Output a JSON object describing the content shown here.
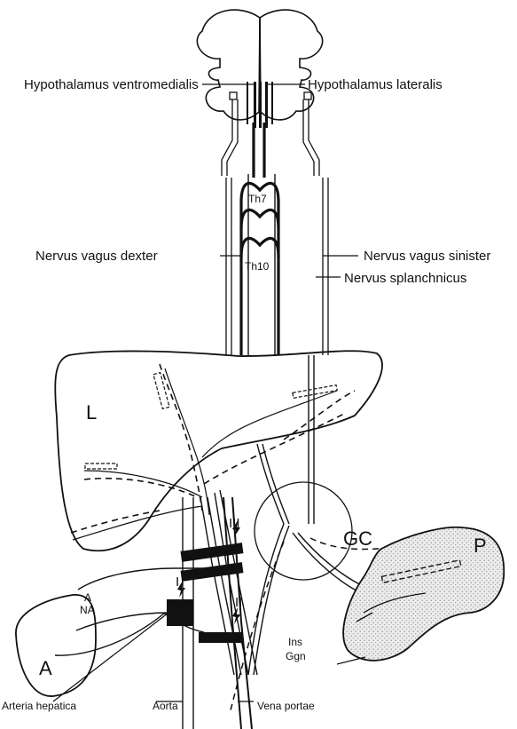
{
  "labels": {
    "hyp_vm": "Hypothalamus ventromedialis",
    "hyp_lat": "Hypothalamus lateralis",
    "th7": "Th7",
    "th10": "Th10",
    "vagus_dexter": "Nervus vagus dexter",
    "vagus_sinister": "Nervus vagus sinister",
    "splanchnicus": "Nervus splanchnicus",
    "liver": "L",
    "ganglion": "GC",
    "pancreas": "P",
    "adrenal": "A",
    "a_small": "A",
    "na_small": "NA",
    "roman1": "I",
    "roman2": "II",
    "roman3": "III",
    "ins": "Ins",
    "ggn": "Ggn",
    "arteria": "Arteria hepatica",
    "aorta": "Aorta",
    "vena": "Vena portae"
  },
  "colors": {
    "ink": "#111111",
    "organ_shade": "#d9d9d9"
  }
}
